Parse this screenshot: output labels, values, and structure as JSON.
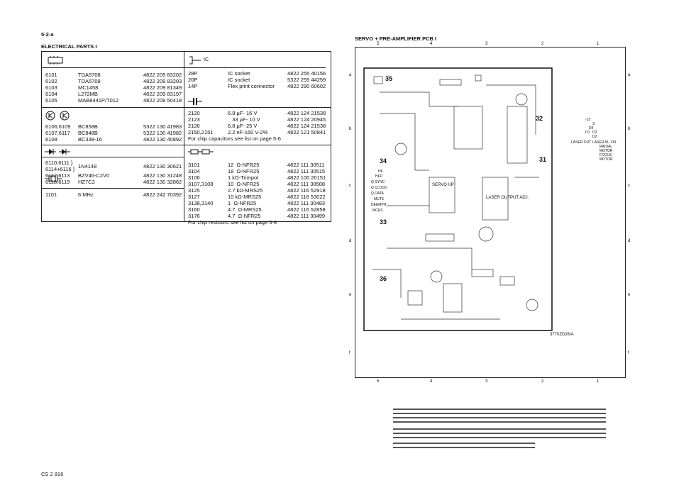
{
  "page_ref": "5-2-a",
  "left_title": "ELECTRICAL PARTS I",
  "right_title": "SERVO + PRE-AMPLIFIER PCB I",
  "footer_code": "CS 2 816",
  "ic_label": "IC",
  "ics": [
    {
      "pos": "6101",
      "type": "TDA5708",
      "code": "4822 209 83202"
    },
    {
      "pos": "6102",
      "type": "TDA5709",
      "code": "4822 209 83203"
    },
    {
      "pos": "6103",
      "type": "MC1458",
      "code": "4822 209 81349"
    },
    {
      "pos": "6104",
      "type": "L272MB",
      "code": "4822 209 83197"
    },
    {
      "pos": "6105",
      "type": "MAB8441P/T012",
      "code": "4822 209 50418"
    }
  ],
  "sockets": [
    {
      "pos": "28P",
      "desc": "IC socket",
      "code": "4822 255 40156"
    },
    {
      "pos": "20P",
      "desc": "IC socket",
      "code": "5322 255 44259"
    },
    {
      "pos": "14P",
      "desc": "Flex print connector",
      "code": "4822 290 60602"
    }
  ],
  "transistors": [
    {
      "pos": "6106,6109",
      "type": "BC858B",
      "code": "5322 130 41983"
    },
    {
      "pos": "6107,6117",
      "type": "BC848B",
      "code": "5322 130 41982"
    },
    {
      "pos": "6108",
      "type": "BC338-16",
      "code": "4822 130 40892"
    }
  ],
  "capacitors": [
    {
      "pos": "2120",
      "val": "6.8 µF- 16 V",
      "code": "4822 124 21538"
    },
    {
      "pos": "2123",
      "val": "   33 µF- 10 V",
      "code": "4822 124 20945"
    },
    {
      "pos": "2126",
      "val": "6.8 µF- 25 V",
      "code": "4822 124 21538"
    },
    {
      "pos": "2150,2151",
      "val": "2.2 nF-160 V-2%",
      "code": "4822 121 50841"
    }
  ],
  "cap_note": "For chip capacitors see list on page 5-6",
  "diodes": [
    {
      "pos": "6110,6111 }\n6114+6116 }",
      "type": "1N4148",
      "code": "4822 130 30621"
    },
    {
      "pos": "6112,6113",
      "type": "BZV46-C2V0",
      "code": "4822 130 31248"
    },
    {
      "pos": "6118,6119",
      "type": "HZ7C2",
      "code": "4822 130 32862"
    }
  ],
  "resistors": [
    {
      "pos": "3101",
      "val": "12  Ω-NFR25",
      "code": "4822 111 30511"
    },
    {
      "pos": "3104",
      "val": "18  Ω-NFR25",
      "code": "4822 111 30515"
    },
    {
      "pos": "3106",
      "val": "1 kΩ-Trimpot",
      "code": "4822 100 20151"
    },
    {
      "pos": "3107,3108",
      "val": "10  Ω-NFR25",
      "code": "4822 111 30508"
    },
    {
      "pos": "3125",
      "val": "2.7 kΩ-MRS25",
      "code": "4822 116 52918"
    },
    {
      "pos": "3127",
      "val": "10 kΩ-MRS25",
      "code": "4822 116 53022"
    },
    {
      "pos": "3138,3140",
      "val": "1  Ω-NFR25",
      "code": "4822 111 30483"
    },
    {
      "pos": "3160",
      "val": "4.7  Ω-MRS25",
      "code": "4822 116 52858"
    },
    {
      "pos": "3176",
      "val": "4.7  Ω-NFR25",
      "code": "4822 111 30499"
    }
  ],
  "res_note": "For chip resistors see list on page 5-8",
  "crystal": {
    "pos": "1101",
    "val": "6 MHz",
    "code": "4822 242 70392"
  },
  "pcb": {
    "col_labels": [
      "5",
      "4",
      "3",
      "2",
      "1"
    ],
    "row_labels": [
      "a",
      "b",
      "c",
      "d",
      "e",
      "f"
    ],
    "drawing_no": "3770ZD26/A",
    "connectors": [
      "35",
      "34",
      "33",
      "36",
      "31",
      "32"
    ],
    "left_signals": [
      "HF",
      "HFD",
      "Q SYNC",
      "Q CLOCK",
      "Q DATA",
      "MUTE",
      "DEEMPH",
      "MCES"
    ],
    "right_signals": [
      "-15",
      "S",
      "D4",
      "D3",
      "D1",
      "D2",
      "LASER OUT",
      "LASER M...OR",
      "RADIAL",
      "MOTOR",
      "FOCUS",
      "MOTOR"
    ],
    "block_labels": [
      "SERVO\nUP",
      "LASER\nOUTPUT\nADJ."
    ]
  }
}
